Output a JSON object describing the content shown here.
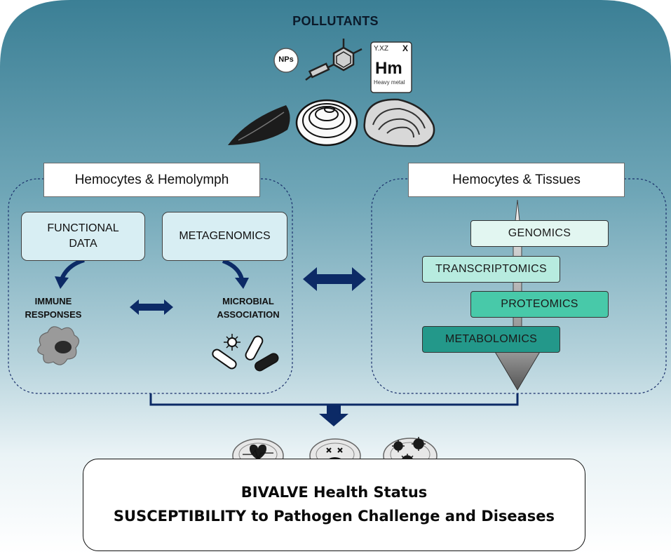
{
  "title": "POLLUTANTS",
  "pollutants": {
    "nps_label": "NPs",
    "element_tile": {
      "code": "Y.XZ",
      "mark": "X",
      "symbol": "Hm",
      "name": "Heavy metal"
    },
    "icons": [
      "nanoparticle-icon",
      "organic-molecule-icon",
      "heavy-metal-tile-icon"
    ]
  },
  "bivalves": [
    "mussel-icon",
    "clam-icon",
    "oyster-icon"
  ],
  "left_panel": {
    "header": "Hemocytes & Hemolymph",
    "box_functional": "FUNCTIONAL DATA",
    "box_functional_line1": "FUNCTIONAL",
    "box_functional_line2": "DATA",
    "box_metagenomics": "METAGENOMICS",
    "immune_line1": "IMMUNE",
    "immune_line2": "RESPONSES",
    "microbial_line1": "MICROBIAL",
    "microbial_line2": "ASSOCIATION"
  },
  "right_panel": {
    "header": "Hemocytes & Tissues",
    "omics": [
      "GENOMICS",
      "TRANSCRIPTOMICS",
      "PROTEOMICS",
      "METABOLOMICS"
    ]
  },
  "bottom": {
    "line1": "BIVALVE Health Status",
    "line2": "SUSCEPTIBILITY to Pathogen Challenge and Diseases"
  },
  "colors": {
    "background_top": "#3b7f95",
    "background_bottom": "#ffffff",
    "arrow_navy": "#0c2a66",
    "functional_box": "#d8eef3",
    "genomics": "#e2f6f1",
    "transcriptomics": "#b7ebdf",
    "proteomics": "#48c9a9",
    "metabolomics": "#23988a"
  }
}
